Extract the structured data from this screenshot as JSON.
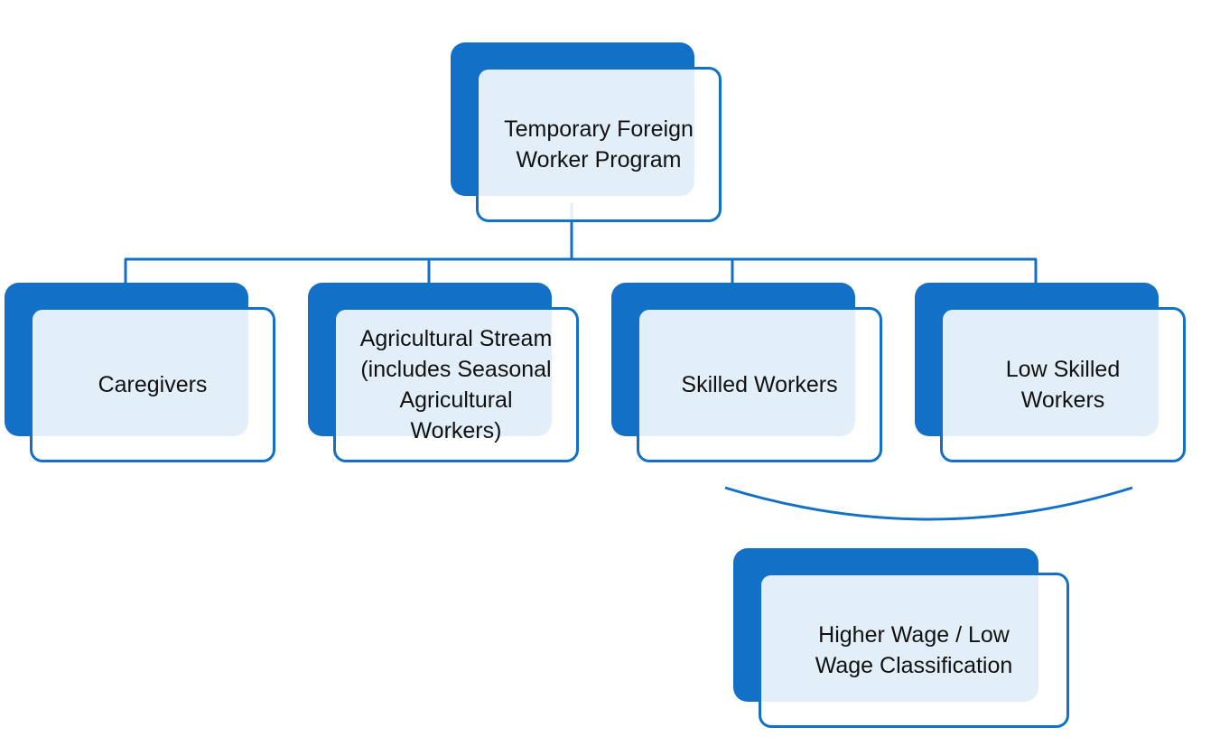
{
  "diagram": {
    "root": {
      "label": "Temporary Foreign\nWorker Program"
    },
    "children": [
      {
        "label": "Caregivers"
      },
      {
        "label": "Agricultural Stream\n(includes Seasonal\nAgricultural\nWorkers)"
      },
      {
        "label": "Skilled Workers"
      },
      {
        "label": "Low Skilled\nWorkers"
      }
    ],
    "grouped": {
      "label": "Higher Wage / Low\nWage Classification"
    }
  },
  "colors": {
    "accent": "#1271c6",
    "card_fill": "#e6f0fa",
    "text": "#111111"
  }
}
